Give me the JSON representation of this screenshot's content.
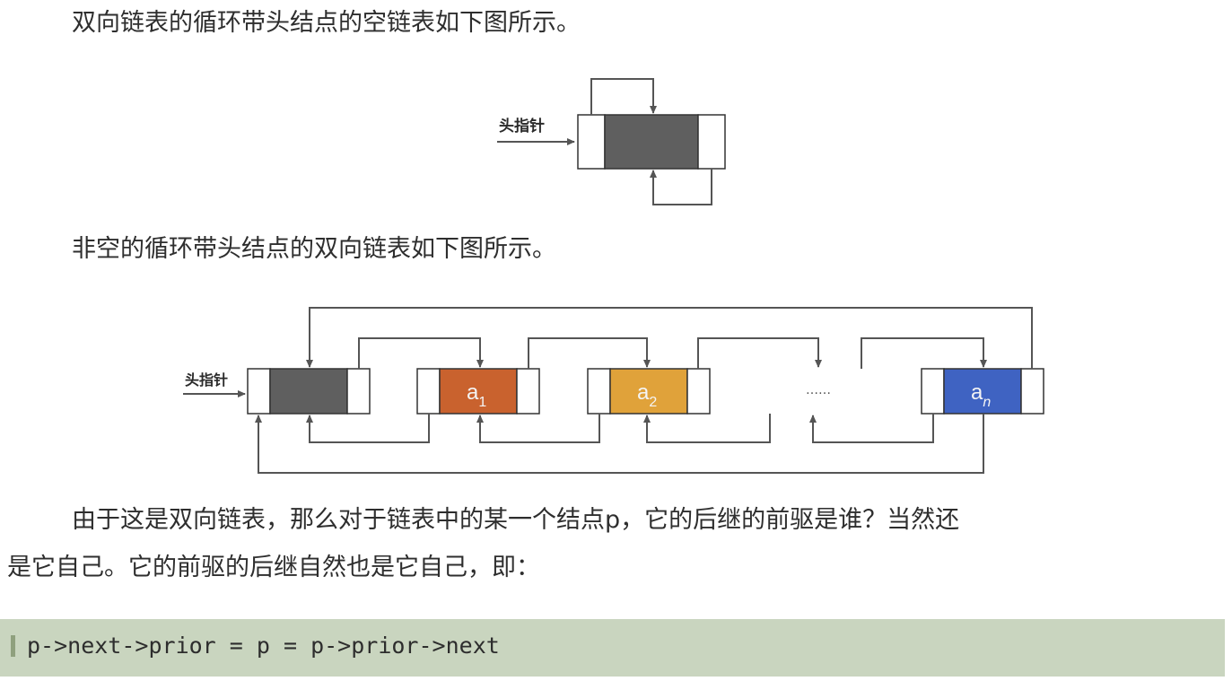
{
  "text": {
    "p1": "双向链表的循环带头结点的空链表如下图所示。",
    "p2": "非空的循环带头结点的双向链表如下图所示。",
    "p3_line1": "由于这是双向链表，那么对于链表中的某一个结点p，它的后继的前驱是谁？当然还",
    "p3_line2": "是它自己。它的前驱的后继自然也是它自己，即："
  },
  "figure_empty": {
    "head_pointer_label": "头指针"
  },
  "figure_list": {
    "head_pointer_label": "头指针",
    "nodes": [
      {
        "base": "a",
        "sub": "1",
        "color": "#c9622e"
      },
      {
        "base": "a",
        "sub": "2",
        "color": "#e0a23a"
      },
      {
        "base": "a",
        "sub": "n",
        "color": "#3f63c2"
      }
    ],
    "head_color": "#5f5f5f",
    "ellipsis": "……"
  },
  "code": {
    "line": "p->next->prior = p = p->prior->next"
  }
}
